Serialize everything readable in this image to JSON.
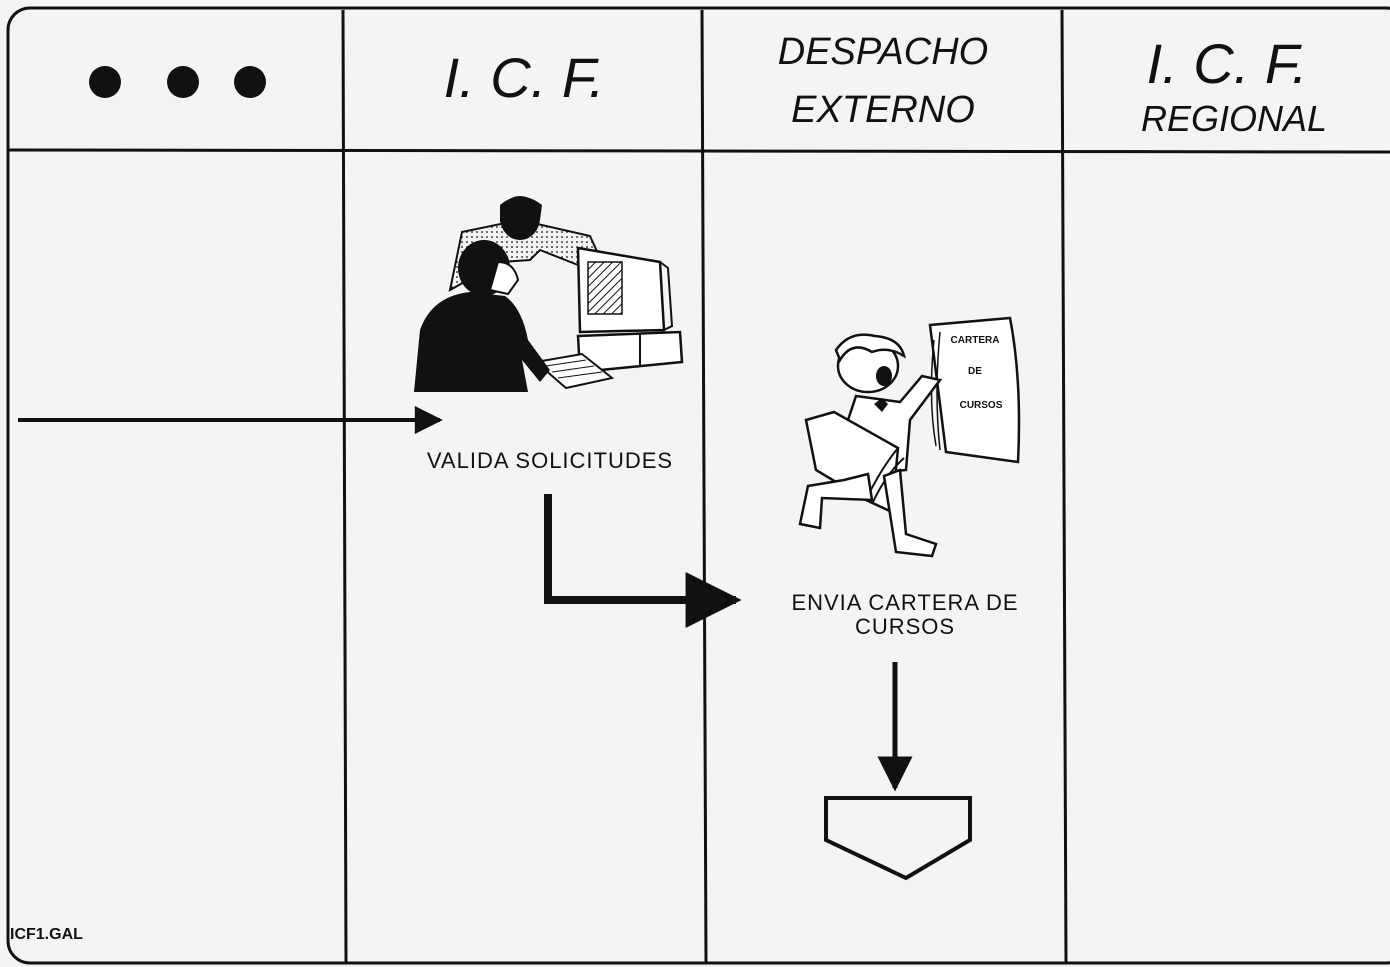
{
  "lanes": [
    {
      "header_icon": "ellipsis-dots"
    },
    {
      "header_line1": "I. C. F."
    },
    {
      "header_line1": "DESPACHO",
      "header_line2": "EXTERNO"
    },
    {
      "header_line1": "I. C. F.",
      "header_line2": "REGIONAL"
    }
  ],
  "steps": {
    "validate": {
      "label": "VALIDA SOLICITUDES",
      "icon": "computer-users-icon"
    },
    "send": {
      "label_line1": "ENVIA CARTERA DE",
      "label_line2": "CURSOS",
      "icon": "running-courier-icon"
    }
  },
  "document": {
    "line1": "CARTERA",
    "line2": "DE",
    "line3": "CURSOS"
  },
  "footer": {
    "filename": "ICF1.GAL"
  },
  "colors": {
    "line": "#111111",
    "background": "#f4f4f2"
  }
}
